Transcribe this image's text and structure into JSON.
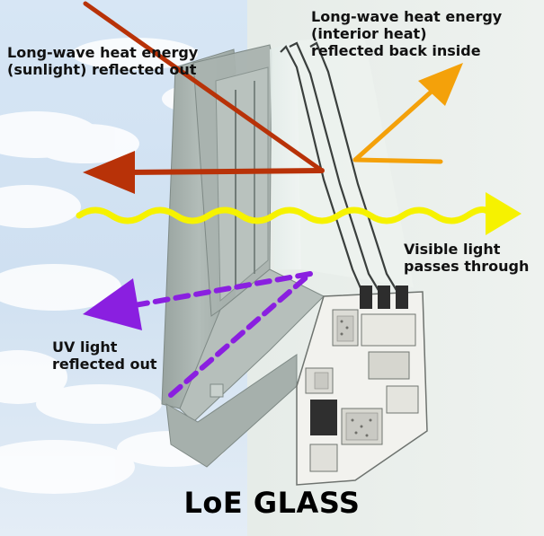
{
  "title": "LoE GLASS",
  "labels": {
    "sunlight": {
      "line1": "Long-wave heat energy",
      "line2": "(sunlight) reflected out"
    },
    "interior": {
      "line1": "Long-wave heat energy",
      "line2": "(interior heat)",
      "line3": "reflected back inside"
    },
    "visible": {
      "line1": "Visible light",
      "line2": "passes through"
    },
    "uv": {
      "line1": "UV light",
      "line2": "reflected out"
    }
  },
  "colors": {
    "sunlight_arrow": "#b83208",
    "interior_arrow": "#f4a10a",
    "visible_arrow": "#f6f200",
    "uv_arrow": "#8a1fe0",
    "sky": "#d8e6f4",
    "interior_wall": "#e9eeea",
    "frame": "#a7b1ad"
  }
}
